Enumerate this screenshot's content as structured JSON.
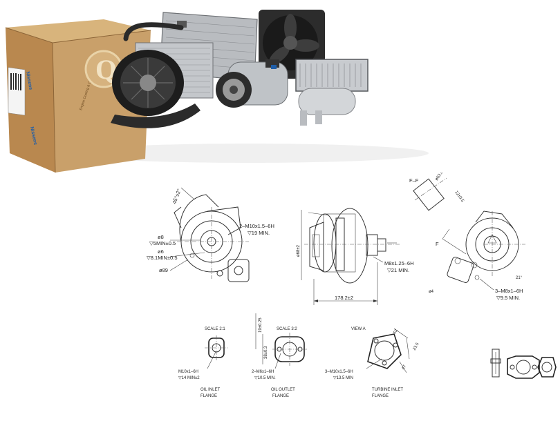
{
  "box": {
    "brand_top": "Nissens",
    "brand_side": "Nissens",
    "side_text": "Engine Cooling & Climate",
    "logo_letter": "Q"
  },
  "colors": {
    "cardboard": "#c9a06a",
    "cardboard_dark": "#a97f4c",
    "brand_blue": "#1f5ea8",
    "metal": "#9ea3a8"
  },
  "drawing": {
    "front": {
      "angle_top": "45°±2°",
      "callout_thread": "2–M10x1.5–6H",
      "callout_depth": "▽19 MIN.",
      "d8": "ø8",
      "d8_depth": "▽5MIN±0.5",
      "d6": "ø6",
      "d6_depth": "▽8.1MIN±0.5",
      "d89": "ø89"
    },
    "side": {
      "thread": "M8x1.25–6H",
      "thread_depth": "▽21 MIN.",
      "length": "178.2±2",
      "height": "ø68±2"
    },
    "rear": {
      "section_label": "F–F",
      "dia": "ø63.8±0.2",
      "dim_12": "12±0.5",
      "f_label": "F",
      "d4": "ø4",
      "angle": "21°",
      "thread": "3–M8x1–6H",
      "thread_depth": "▽9.5 MIN."
    },
    "oil_inlet": {
      "scale": "SCALE 2:1",
      "thread": "M10x1–6H",
      "depth": "▽14 MIN±2",
      "caption_1": "OIL INLET",
      "caption_2": "FLANGE"
    },
    "oil_outlet": {
      "scale": "SCALE 3:2",
      "dim_v": "19±0.25",
      "dim_38": "38±0.3",
      "thread": "2–M6x1–6H",
      "depth": "▽10.5 MIN.",
      "caption_1": "OIL OUTLET",
      "caption_2": "FLANGE"
    },
    "turbine_inlet": {
      "view": "VIEW A",
      "d52": "52",
      "d235": "23.5",
      "d47": "47",
      "thread": "3–M10x1.5–6H",
      "depth": "▽13.5 MIN",
      "caption_1": "TURBINE INLET",
      "caption_2": "FLANGE"
    }
  }
}
